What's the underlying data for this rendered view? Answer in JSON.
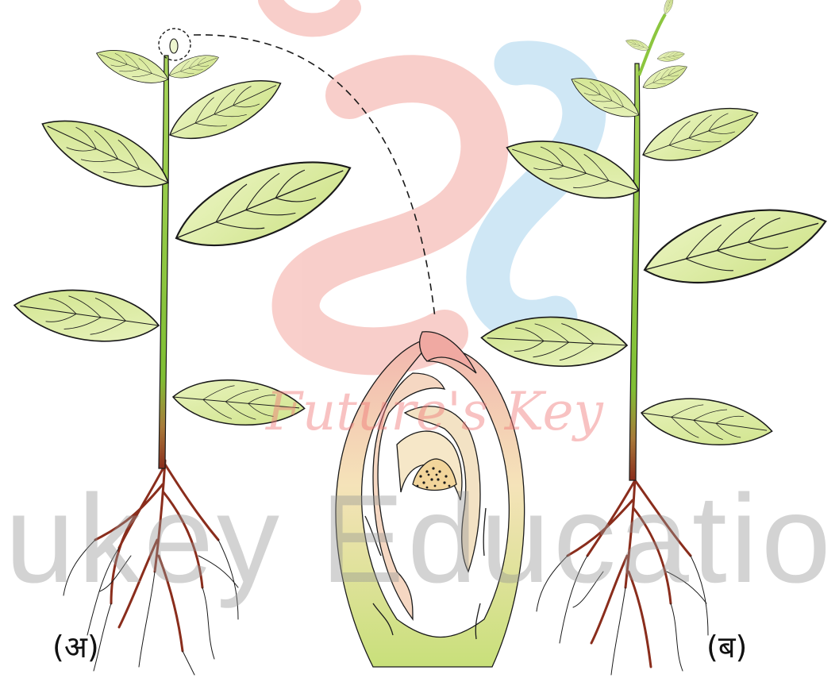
{
  "labels": {
    "plant_a": "(अ)",
    "plant_b": "(ब)"
  },
  "watermark": {
    "brand_text": "ukey Educatio",
    "script_text": "Future's Key"
  },
  "colors": {
    "stem": "#8cc63f",
    "root": "#a0301e",
    "leaf_fill": "#d9ec9b",
    "tissue": "#e7a5a0",
    "outline": "#1a1a1a"
  }
}
